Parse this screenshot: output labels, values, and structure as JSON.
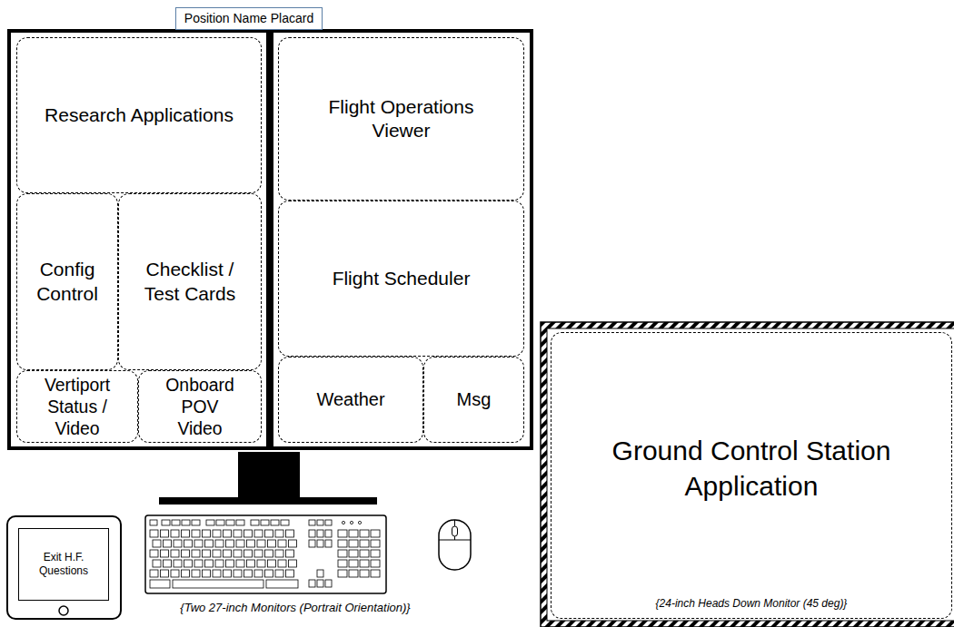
{
  "diagram": {
    "nodes": [
      {
        "text": [
          "Position Name Placard"
        ]
      },
      {
        "text": [
          "Research Applications"
        ]
      },
      {
        "text": [
          "Config Control"
        ]
      },
      {
        "text": [
          "Checklist / Test Cards"
        ]
      },
      {
        "text": [
          "Vertiport Status / Video"
        ]
      },
      {
        "text": [
          "Onboard POV Video"
        ]
      },
      {
        "text": [
          "Flight Operations Viewer"
        ]
      },
      {
        "text": [
          "Flight Scheduler"
        ]
      },
      {
        "text": [
          "Weather"
        ]
      },
      {
        "text": [
          "Msg"
        ]
      },
      {
        "text": [
          "Exit H.F. Questions"
        ]
      },
      {
        "text": [
          "Ground Control Station Application",
          "{24-inch Heads Down Monitor (45 deg)}"
        ]
      }
    ],
    "labels": [
      "{Two 27-inch Monitors (Portrait Orientation)}"
    ]
  }
}
